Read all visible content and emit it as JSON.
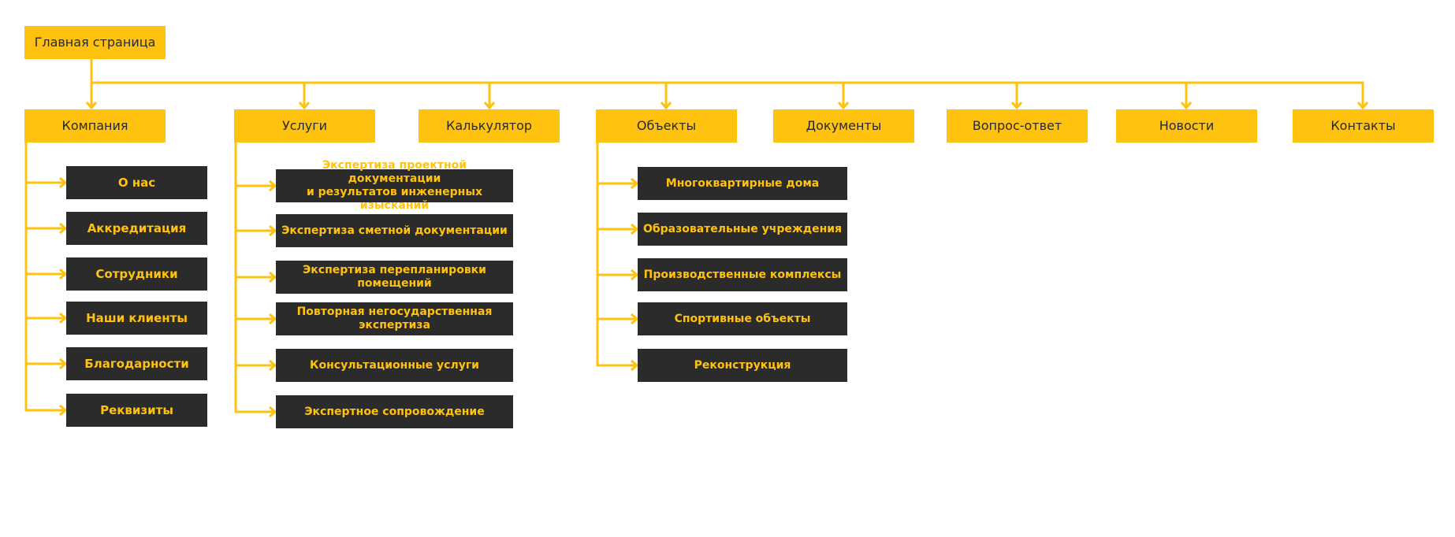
{
  "sitemap": {
    "root": "Главная страница",
    "sections": [
      {
        "label": "Компания",
        "children": [
          "О нас",
          "Аккредитация",
          "Сотрудники",
          "Наши клиенты",
          "Благодарности",
          "Реквизиты"
        ]
      },
      {
        "label": "Услуги",
        "children": [
          "Экспертиза проектной документации\nи результатов инженерных изысканий",
          "Экспертиза сметной документации",
          "Экспертиза перепланировки помещений",
          "Повторная негосударственная экспертиза",
          "Консультационные услуги",
          "Экспертное сопровождение"
        ]
      },
      {
        "label": "Калькулятор",
        "children": []
      },
      {
        "label": "Объекты",
        "children": [
          "Многоквартирные дома",
          "Образовательные учреждения",
          "Производственные комплексы",
          "Спортивные объекты",
          "Реконструкция"
        ]
      },
      {
        "label": "Документы",
        "children": []
      },
      {
        "label": "Вопрос-ответ",
        "children": []
      },
      {
        "label": "Новости",
        "children": []
      },
      {
        "label": "Контакты",
        "children": []
      }
    ]
  },
  "colors": {
    "accent": "#ffc20e",
    "dark": "#2b2b2b",
    "text_on_accent": "#2a2a2a"
  }
}
